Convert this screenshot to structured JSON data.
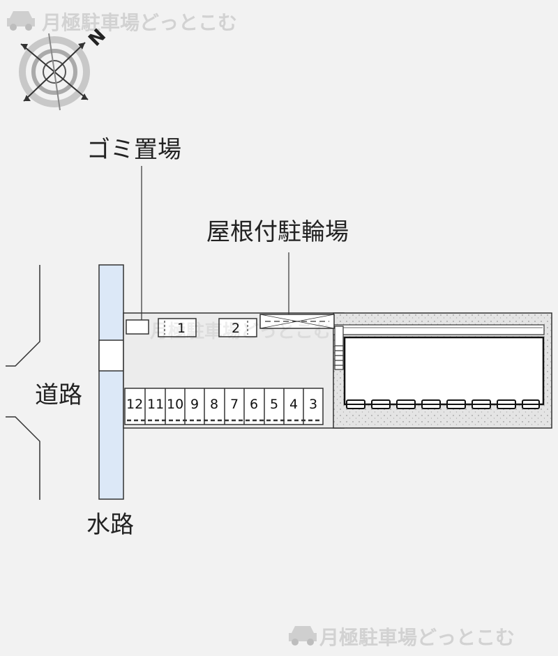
{
  "watermark": {
    "text": "月極駐車場どっとこむ"
  },
  "compass": {
    "north_label": "N"
  },
  "labels": {
    "garbage": "ゴミ置場",
    "bicycle": "屋根付駐輪場",
    "road": "道路",
    "waterway": "水路"
  },
  "spaces": {
    "top": [
      "1",
      "2"
    ],
    "row": [
      "12",
      "11",
      "10",
      "9",
      "8",
      "7",
      "6",
      "5",
      "4",
      "3"
    ]
  },
  "colors": {
    "waterway": "#dce8f7",
    "lot": "#ececec",
    "dotted_area": "#e2e2e2",
    "line": "#333333"
  }
}
